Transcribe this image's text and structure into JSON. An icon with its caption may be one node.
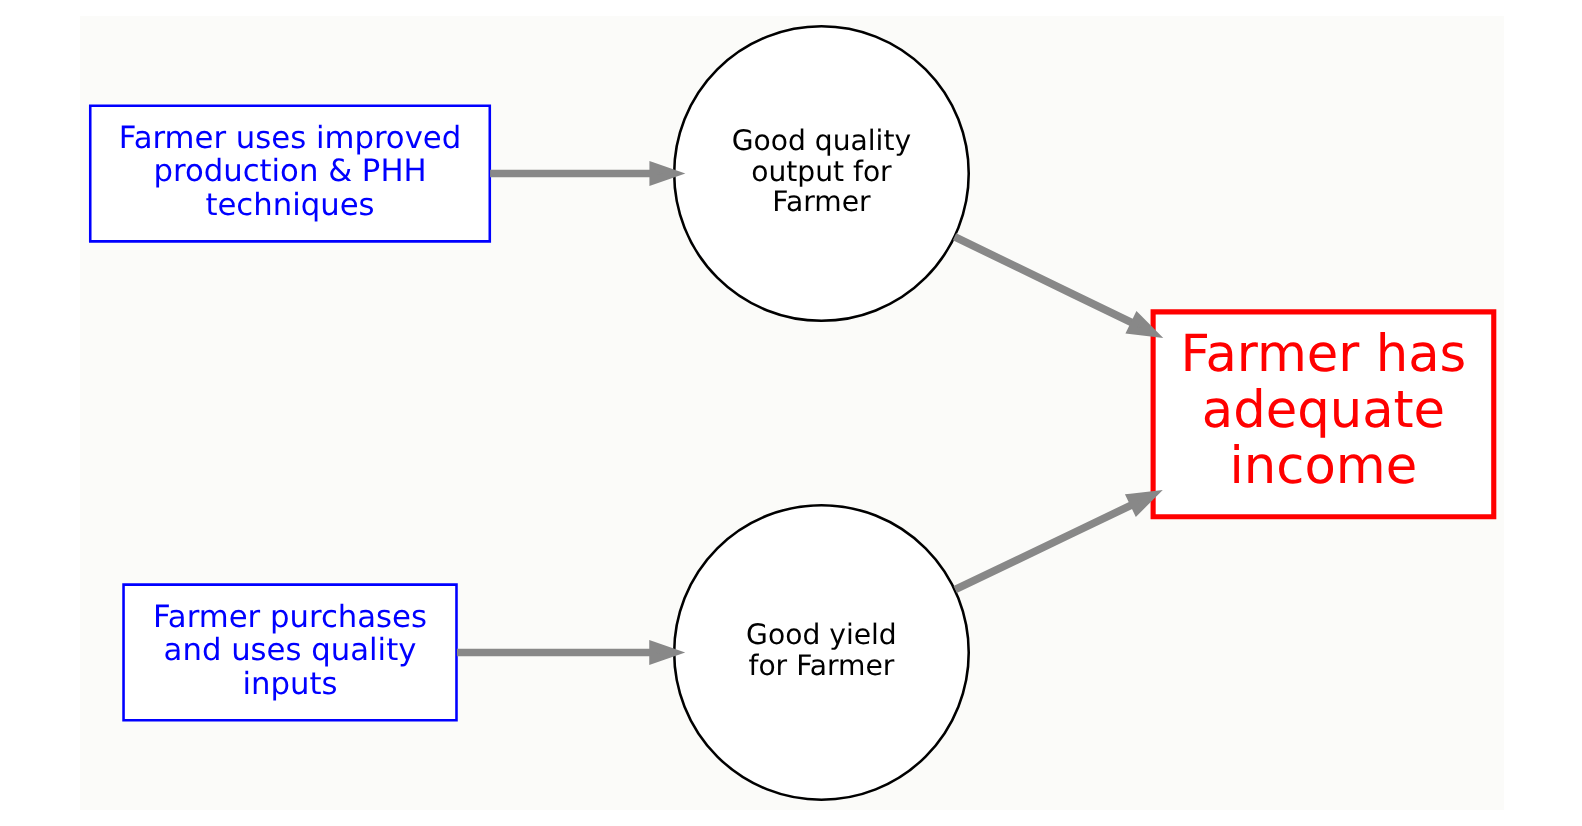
{
  "diagram": {
    "nodes": [
      {
        "text": [
          "Farmer uses improved production & PHH techniques"
        ]
      },
      {
        "text": [
          "Good quality output for Farmer"
        ]
      },
      {
        "text": [
          "Farmer has adequate income"
        ]
      },
      {
        "text": [
          "Farmer purchases and uses quality inputs"
        ]
      },
      {
        "text": [
          "Good yield for Farmer"
        ]
      }
    ],
    "edges": [
      {
        "from": 0,
        "to": 1,
        "arrow": "to"
      },
      {
        "from": 1,
        "to": 2,
        "arrow": "to"
      },
      {
        "from": 3,
        "to": 4,
        "arrow": "to"
      },
      {
        "from": 4,
        "to": 2,
        "arrow": "to"
      }
    ]
  }
}
